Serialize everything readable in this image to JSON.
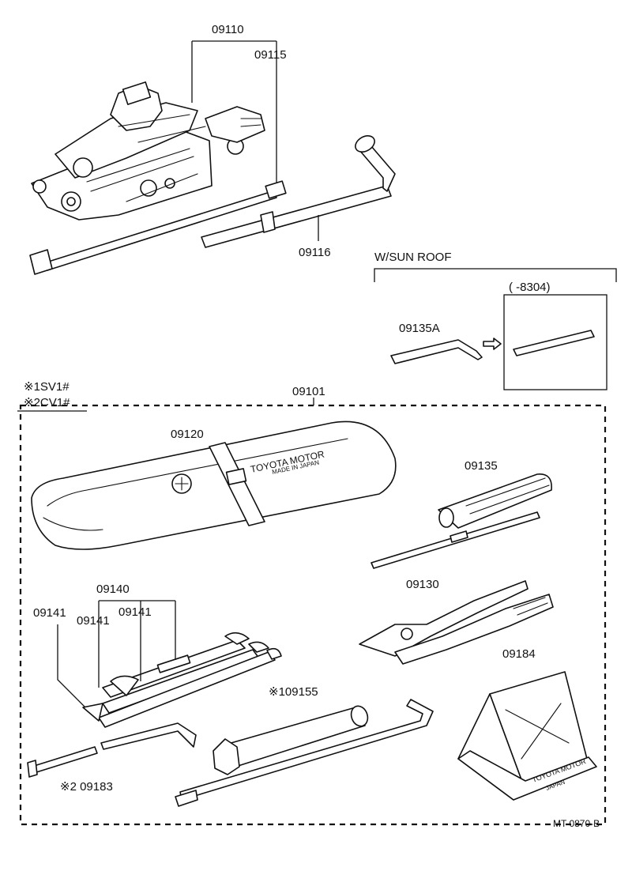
{
  "labels": {
    "p09110": "09110",
    "p09115": "09115",
    "p09116": "09116",
    "sunroof": "W/SUN ROOF",
    "range": "(      -8304)",
    "p09135A": "09135A",
    "note1": "※1SV1#",
    "note2": "※2CV1#",
    "p09101": "09101",
    "p09120": "09120",
    "p09135": "09135",
    "p09140": "09140",
    "p09141a": "09141",
    "p09141b": "09141",
    "p09141c": "09141",
    "p09130": "09130",
    "p09184": "09184",
    "p09155": "※109155",
    "p09183": "※2 09183",
    "bag_text1": "TOYOTA MOTOR",
    "bag_text2": "MADE IN JAPAN",
    "block_text1": "TOYOTA MOTOR",
    "block_text2": "JAPAN",
    "code": "MT 0870-B"
  },
  "icons": {
    "bag_emblem": "toyota-emblem-icon"
  }
}
